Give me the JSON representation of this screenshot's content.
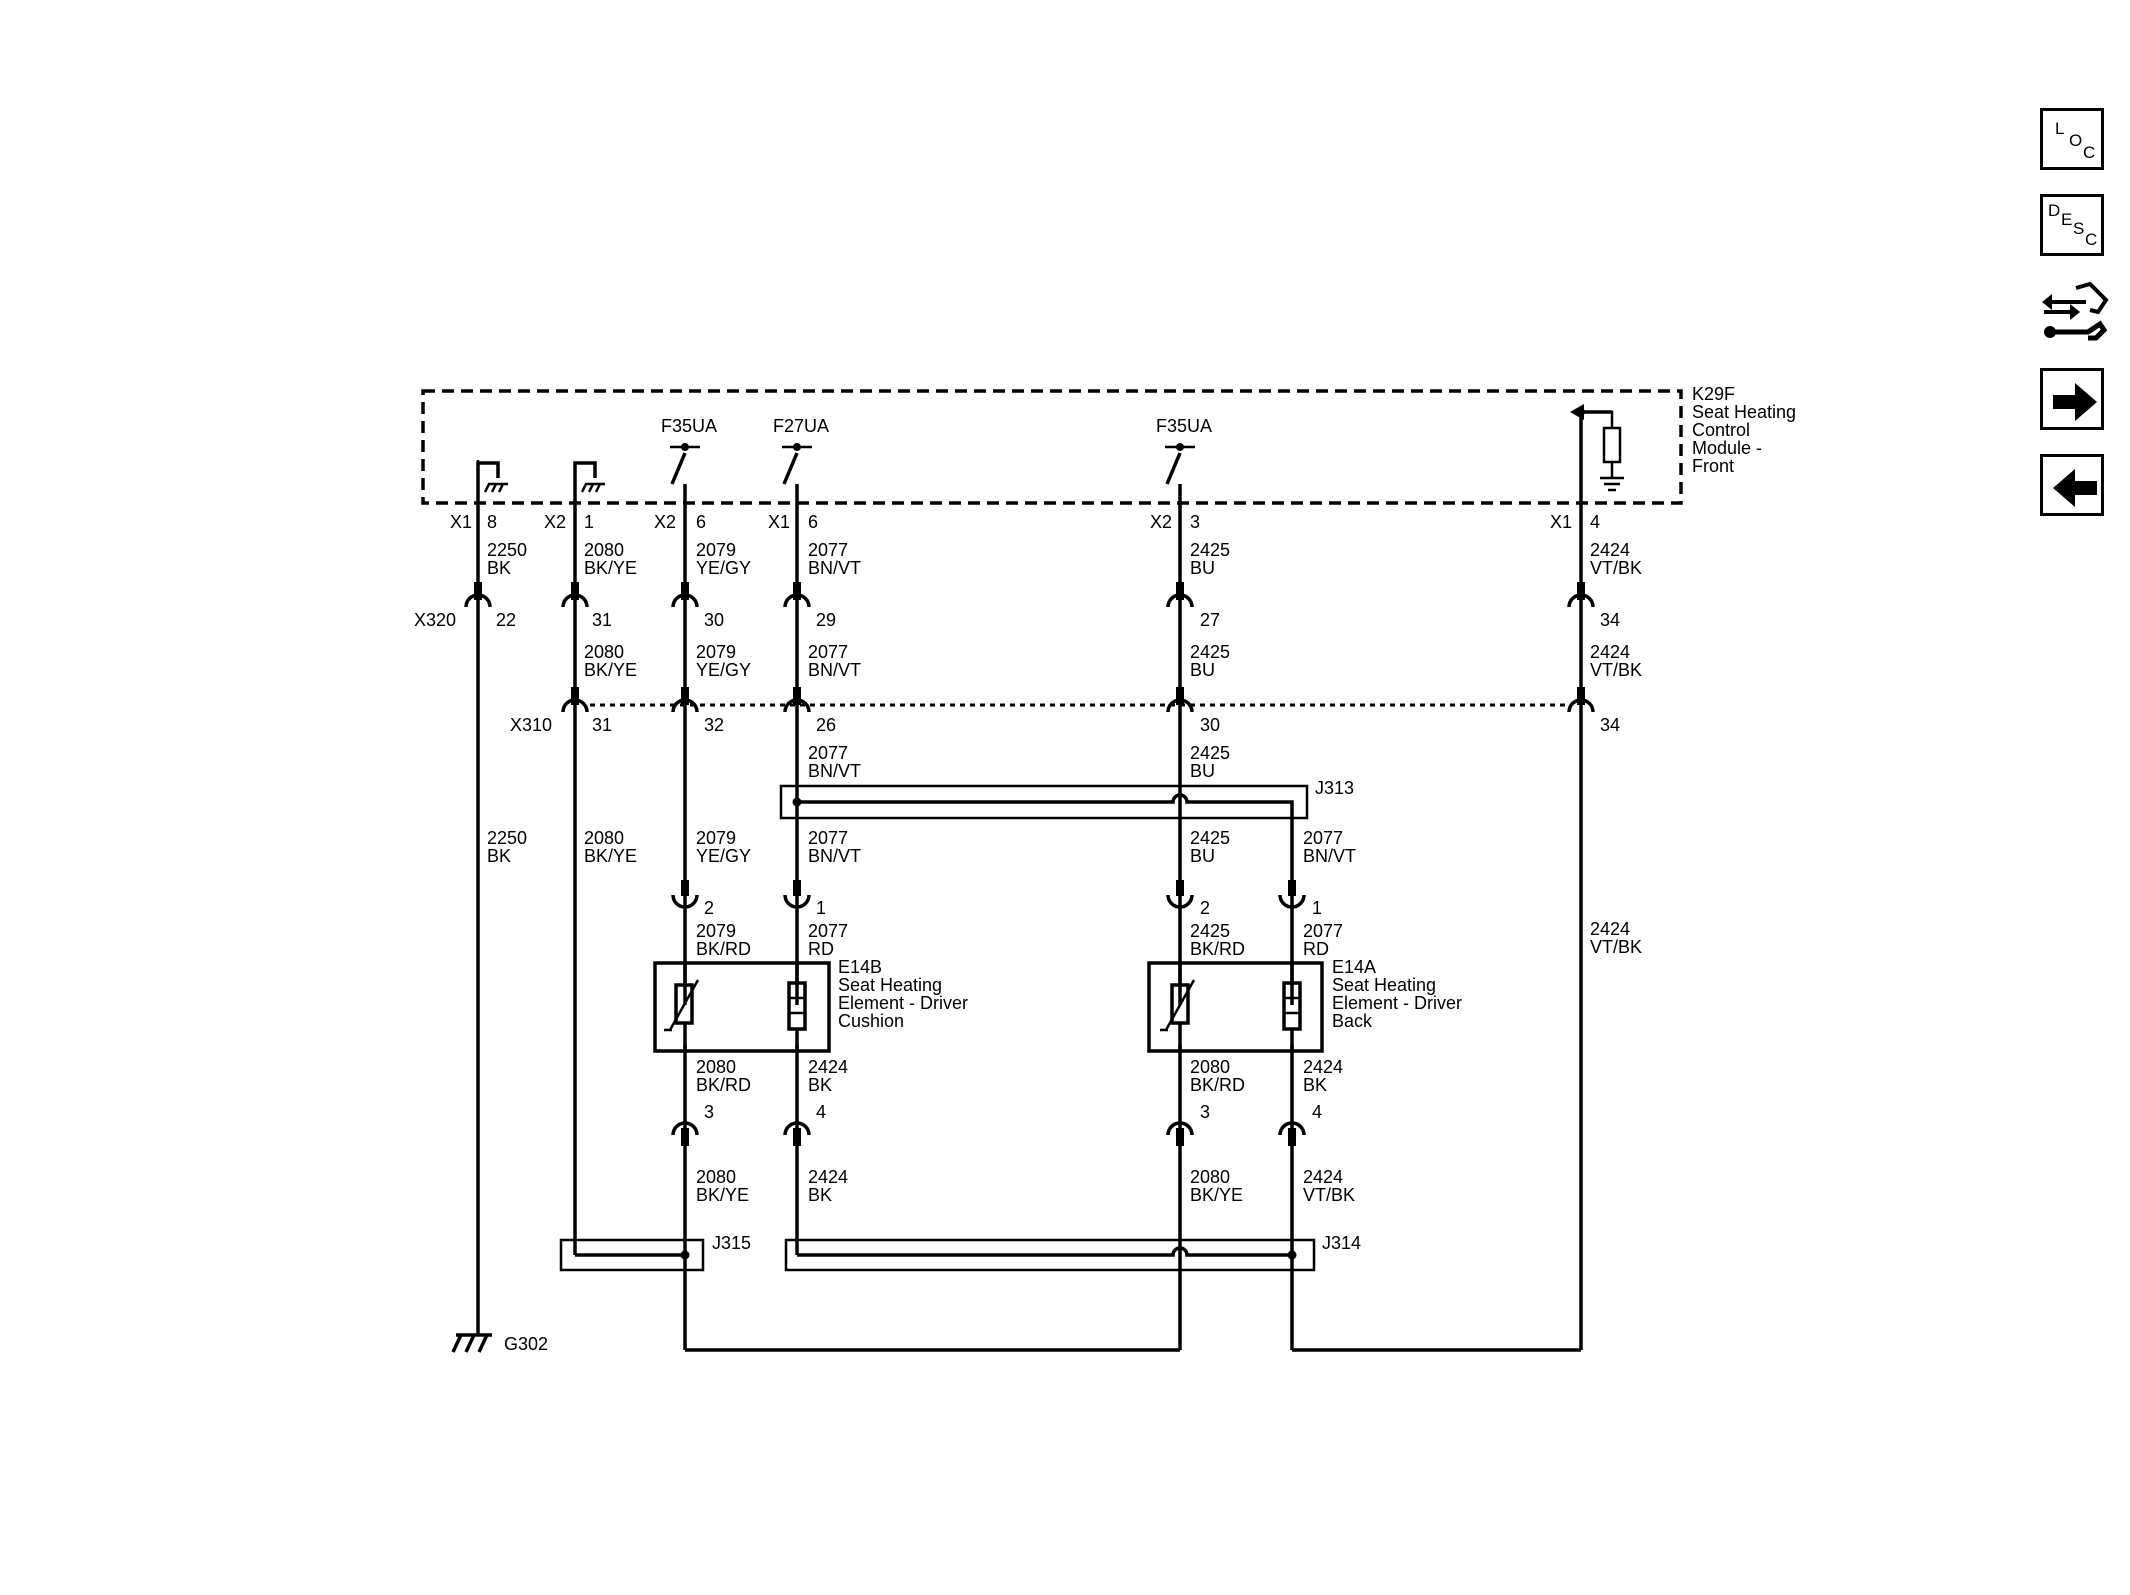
{
  "module": {
    "ref": "K29F",
    "name_lines": [
      "Seat Heating",
      "Control",
      "Module -",
      "Front"
    ]
  },
  "fuses": {
    "f1": "F35UA",
    "f2": "F27UA",
    "f3": "F35UA"
  },
  "pins": [
    {
      "conn": "X1",
      "pin": "8"
    },
    {
      "conn": "X2",
      "pin": "1"
    },
    {
      "conn": "X2",
      "pin": "6"
    },
    {
      "conn": "X1",
      "pin": "6"
    },
    {
      "conn": "X2",
      "pin": "3"
    },
    {
      "conn": "X1",
      "pin": "4"
    }
  ],
  "inline_connectors": {
    "x320": "X320",
    "x310": "X310"
  },
  "x320_pins": [
    "22",
    "31",
    "30",
    "29",
    "27",
    "34"
  ],
  "x310_pins": [
    "31",
    "32",
    "26",
    "30",
    "34"
  ],
  "circuits": [
    {
      "num": "2250",
      "color": "BK"
    },
    {
      "num": "2080",
      "color": "BK/YE"
    },
    {
      "num": "2079",
      "color": "YE/GY"
    },
    {
      "num": "2077",
      "color": "BN/VT"
    },
    {
      "num": "2425",
      "color": "BU"
    },
    {
      "num": "2424",
      "color": "VT/BK"
    },
    {
      "num": "2079",
      "color": "BK/RD"
    },
    {
      "num": "2077",
      "color": "RD"
    },
    {
      "num": "2425",
      "color": "BK/RD"
    },
    {
      "num": "2080",
      "color": "BK/RD"
    },
    {
      "num": "2424",
      "color": "BK"
    },
    {
      "num": "2080",
      "color": "BK/YE"
    }
  ],
  "splices": {
    "j313": "J313",
    "j314": "J314",
    "j315": "J315"
  },
  "element_pins": {
    "p1": "1",
    "p2": "2",
    "p3": "3",
    "p4": "4"
  },
  "elements": [
    {
      "ref": "E14B",
      "name_lines": [
        "Seat Heating",
        "Element - Driver",
        "Cushion"
      ]
    },
    {
      "ref": "E14A",
      "name_lines": [
        "Seat Heating",
        "Element - Driver",
        "Back"
      ]
    }
  ],
  "ground": "G302",
  "nav": {
    "loc": [
      "L",
      "O",
      "C"
    ],
    "desc": [
      "D",
      "E",
      "S",
      "C"
    ],
    "icons": [
      "connector-repair-icon",
      "arrow-right-icon",
      "arrow-left-icon"
    ]
  }
}
